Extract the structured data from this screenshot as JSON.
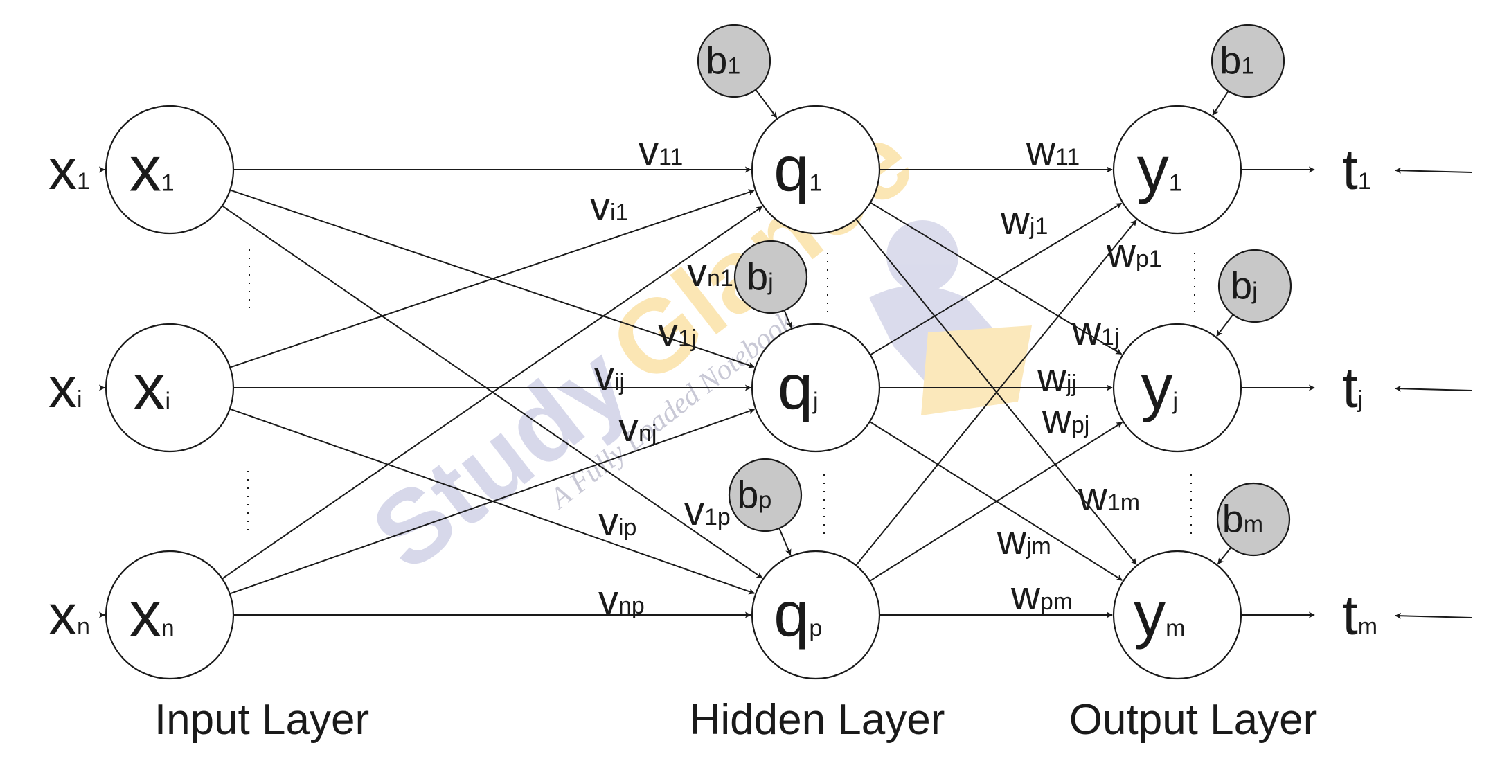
{
  "layers": {
    "input": "Input Layer",
    "hidden": "Hidden Layer",
    "output": "Output Layer"
  },
  "inputs": [
    {
      "main": "x",
      "sub": "1"
    },
    {
      "main": "x",
      "sub": "i"
    },
    {
      "main": "x",
      "sub": "n"
    }
  ],
  "input_nodes": [
    {
      "main": "x",
      "sub": "1"
    },
    {
      "main": "x",
      "sub": "i"
    },
    {
      "main": "x",
      "sub": "n"
    }
  ],
  "hidden_nodes": [
    {
      "main": "q",
      "sub": "1"
    },
    {
      "main": "q",
      "sub": "j"
    },
    {
      "main": "q",
      "sub": "p"
    }
  ],
  "output_nodes": [
    {
      "main": "y",
      "sub": "1"
    },
    {
      "main": "y",
      "sub": "j"
    },
    {
      "main": "y",
      "sub": "m"
    }
  ],
  "hidden_bias": [
    {
      "main": "b",
      "sub": "1"
    },
    {
      "main": "b",
      "sub": "j"
    },
    {
      "main": "b",
      "sub": "p"
    }
  ],
  "output_bias": [
    {
      "main": "b",
      "sub": "1"
    },
    {
      "main": "b",
      "sub": "j"
    },
    {
      "main": "b",
      "sub": "m"
    }
  ],
  "targets": [
    {
      "main": "t",
      "sub": "1"
    },
    {
      "main": "t",
      "sub": "j"
    },
    {
      "main": "t",
      "sub": "m"
    }
  ],
  "v_weights": [
    {
      "main": "v",
      "sub": "11"
    },
    {
      "main": "v",
      "sub": "i1"
    },
    {
      "main": "v",
      "sub": "n1"
    },
    {
      "main": "v",
      "sub": "1j"
    },
    {
      "main": "v",
      "sub": "ij"
    },
    {
      "main": "v",
      "sub": "nj"
    },
    {
      "main": "v",
      "sub": "1p"
    },
    {
      "main": "v",
      "sub": "ip"
    },
    {
      "main": "v",
      "sub": "np"
    }
  ],
  "w_weights": [
    {
      "main": "w",
      "sub": "11"
    },
    {
      "main": "w",
      "sub": "j1"
    },
    {
      "main": "w",
      "sub": "p1"
    },
    {
      "main": "w",
      "sub": "1j"
    },
    {
      "main": "w",
      "sub": "jj"
    },
    {
      "main": "w",
      "sub": "pj"
    },
    {
      "main": "w",
      "sub": "1m"
    },
    {
      "main": "w",
      "sub": "jm"
    },
    {
      "main": "w",
      "sub": "pm"
    }
  ],
  "watermark": {
    "main_a": "Study",
    "main_b": "Glance",
    "sub": "A Fully Loaded Notebook",
    "color_a": "#d7d8ea",
    "color_b": "#fbe6b4"
  }
}
